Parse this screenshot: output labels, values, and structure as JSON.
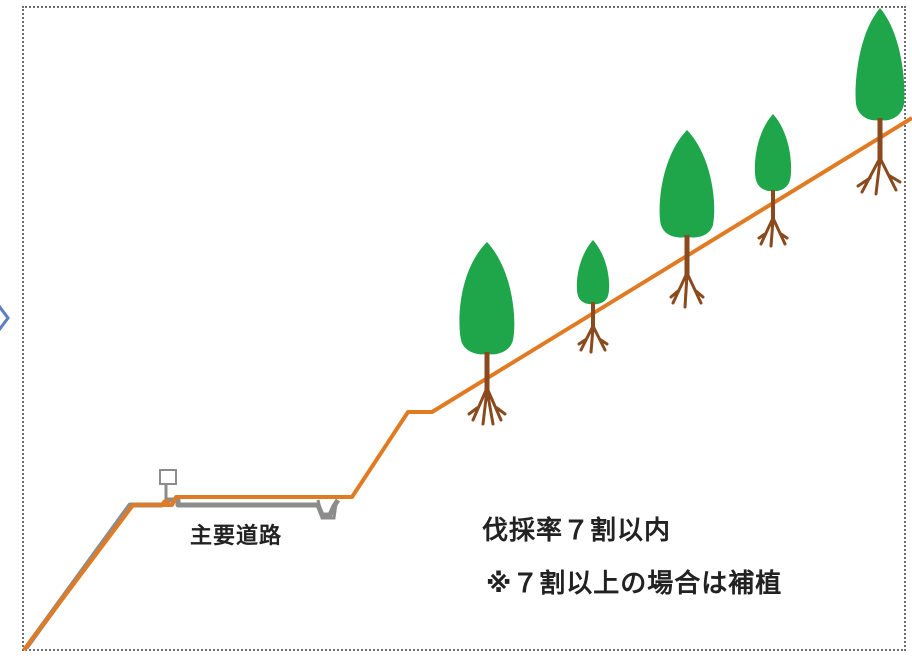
{
  "labels": {
    "main_road": "主要道路",
    "cutting_rate": "伐採率７割以内",
    "replant_note": "※７割以上の場合は補植"
  },
  "colors": {
    "slope_line": "#e07b24",
    "road_line": "#8c8c8c",
    "tree_crown": "#1fa64a",
    "tree_trunk": "#8a4a1e",
    "frame": "#6e6e6e",
    "arrow": "#5b7fbf"
  },
  "icons": [
    "tree-icon",
    "signpost-icon",
    "chevron-right-icon"
  ]
}
